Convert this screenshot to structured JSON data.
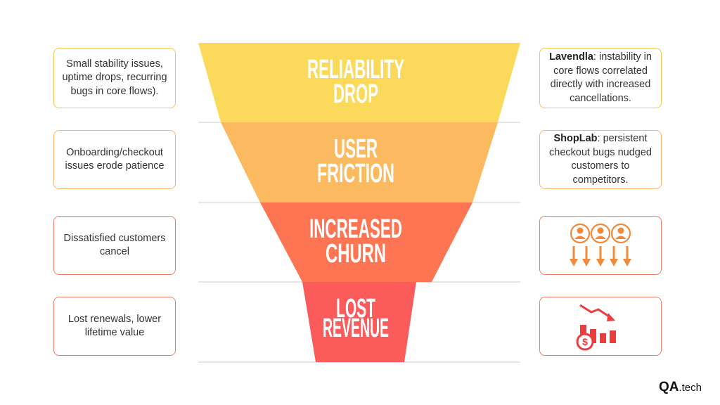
{
  "funnel": {
    "stages": [
      {
        "line1": "RELIABILITY",
        "line2": "DROP",
        "color": "#fbd95a"
      },
      {
        "line1": "USER",
        "line2": "FRICTION",
        "color": "#fbb960"
      },
      {
        "line1": "INCREASED",
        "line2": "CHURN",
        "color": "#fd7552"
      },
      {
        "line1": "LOST",
        "line2": "REVENUE",
        "color": "#fb5b5b"
      }
    ]
  },
  "left_boxes": [
    {
      "text": "Small stability issues, uptime drops, recurring bugs in core flows)."
    },
    {
      "text": "Onboarding/checkout issues erode patience"
    },
    {
      "text": "Dissatisfied customers cancel"
    },
    {
      "text": "Lost renewals, lower lifetime value"
    }
  ],
  "right_boxes": {
    "case1": {
      "brand": "Lavendla",
      "text": ": instability in core flows correlated directly with increased cancellations."
    },
    "case2": {
      "brand": "ShopLab",
      "text": ": persistent checkout bugs nudged customers to competitors."
    },
    "icon3": "users-leaving-icon",
    "icon4": "revenue-decline-icon"
  },
  "logo": {
    "qa": "QA",
    "domain": ".tech"
  },
  "colors": {
    "yellow_border": "#f4c64a",
    "orange_border": "#f7b56a",
    "red_border": "#f27c6c",
    "icon_orange": "#f28a3c",
    "icon_red": "#ee3b3b"
  }
}
